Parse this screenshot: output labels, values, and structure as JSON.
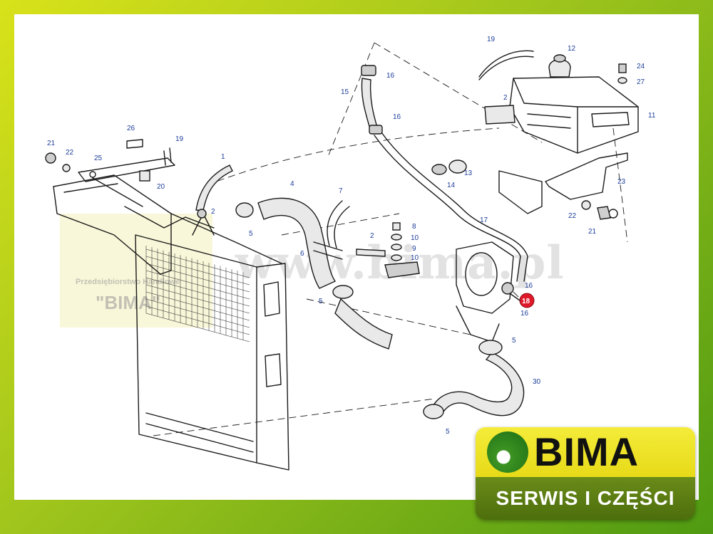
{
  "watermark": {
    "url": "www.bima.pl",
    "company_line": "Przedsiębiorstwo Handlowe",
    "company_name": "\"BIMA\""
  },
  "logo": {
    "brand": "BIMA",
    "tagline": "SERWIS I CZĘŚCI"
  },
  "callouts": {
    "c1": "1",
    "c2a": "2",
    "c2b": "2",
    "c2c": "2",
    "c4": "4",
    "c5a": "5",
    "c5b": "5",
    "c5c": "5",
    "c5d": "5",
    "c6": "6",
    "c7": "7",
    "c8": "8",
    "c9": "9",
    "c10a": "10",
    "c10b": "10",
    "c11": "11",
    "c12": "12",
    "c13": "13",
    "c14": "14",
    "c15": "15",
    "c16a": "16",
    "c16b": "16",
    "c16c": "16",
    "c16d": "16",
    "c17": "17",
    "c18": "18",
    "c19a": "19",
    "c19b": "19",
    "c20": "20",
    "c21a": "21",
    "c21b": "21",
    "c22a": "22",
    "c22b": "22",
    "c23": "23",
    "c24": "24",
    "c25": "25",
    "c26": "26",
    "c27": "27",
    "c30": "30"
  },
  "colors": {
    "callout_text": "#1f3f9a",
    "highlight": "#e0192a",
    "frame_green": "#4f9a12",
    "logo_yellow": "#f4ec3a",
    "logo_green": "#4d6e0c"
  }
}
